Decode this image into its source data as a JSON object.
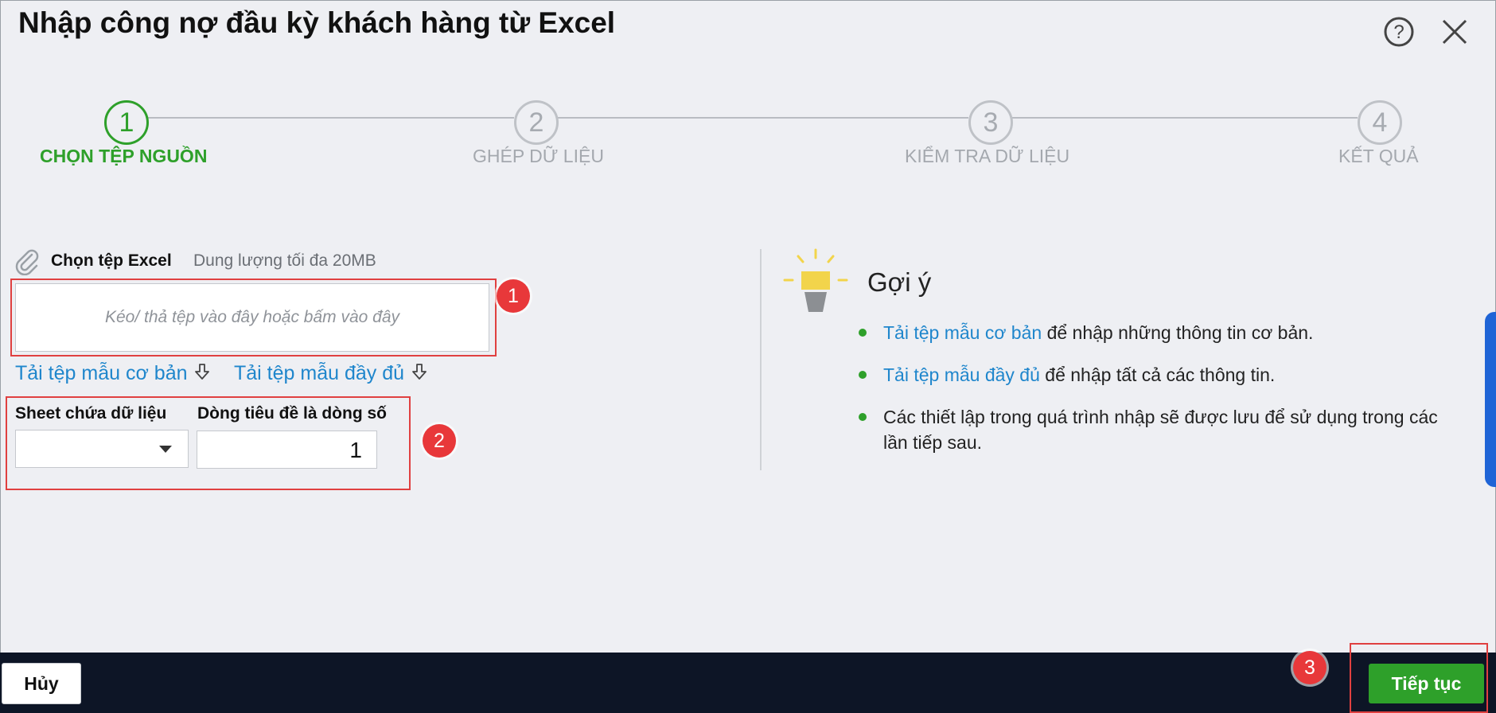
{
  "dialog": {
    "title": "Nhập công nợ đầu kỳ khách hàng từ Excel"
  },
  "stepper": {
    "steps": [
      {
        "number": "1",
        "label": "CHỌN TỆP NGUỒN",
        "active": true
      },
      {
        "number": "2",
        "label": "GHÉP DỮ LIỆU",
        "active": false
      },
      {
        "number": "3",
        "label": "KIỂM TRA DỮ LIỆU",
        "active": false
      },
      {
        "number": "4",
        "label": "KẾT QUẢ",
        "active": false
      }
    ]
  },
  "file_select": {
    "label": "Chọn tệp Excel",
    "hint": "Dung lượng tối đa 20MB",
    "drop_text": "Kéo/ thả tệp vào đây hoặc bấm vào đây",
    "basic_template_link": "Tải tệp mẫu cơ bản",
    "full_template_link": "Tải tệp mẫu đầy đủ"
  },
  "sheet_fields": {
    "sheet_label": "Sheet chứa dữ liệu",
    "sheet_value": "",
    "header_row_label": "Dòng tiêu đề là dòng số",
    "header_row_value": "1"
  },
  "tips": {
    "title": "Gợi ý",
    "items": [
      {
        "link": "Tải tệp mẫu cơ bản",
        "text": " để nhập những thông tin cơ bản."
      },
      {
        "link": "Tải tệp mẫu đầy đủ",
        "text": " để nhập tất cả các thông tin."
      },
      {
        "link": "",
        "text": "Các thiết lập trong quá trình nhập sẽ được lưu để sử dụng trong các lần tiếp sau."
      }
    ]
  },
  "annotations": {
    "marker1": "1",
    "marker2": "2",
    "marker3": "3"
  },
  "footer": {
    "cancel_label": "Hủy",
    "continue_label": "Tiếp tục"
  },
  "colors": {
    "accent_green": "#2ea02a",
    "link_blue": "#1f86cc",
    "annotation_red": "#e8383a",
    "footer_bg": "#0d1526"
  }
}
